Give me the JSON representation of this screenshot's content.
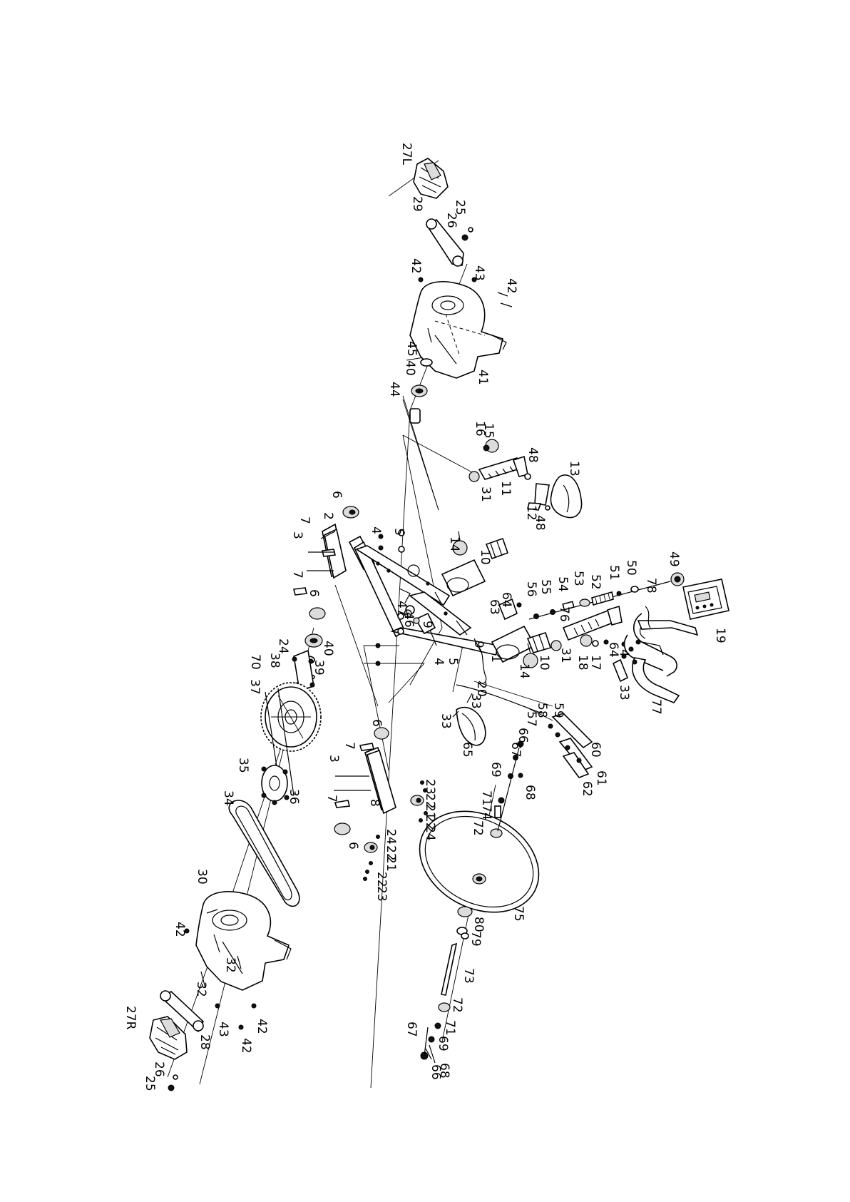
{
  "diagram": {
    "labels": [
      {
        "id": "27L",
        "text": "27L"
      },
      {
        "id": "29",
        "text": "29"
      },
      {
        "id": "25a",
        "text": "25"
      },
      {
        "id": "26a",
        "text": "26"
      },
      {
        "id": "42a",
        "text": "42"
      },
      {
        "id": "43a",
        "text": "43"
      },
      {
        "id": "42b",
        "text": "42"
      },
      {
        "id": "45",
        "text": "45"
      },
      {
        "id": "40a",
        "text": "40"
      },
      {
        "id": "44",
        "text": "44"
      },
      {
        "id": "41",
        "text": "41"
      },
      {
        "id": "15",
        "text": "15"
      },
      {
        "id": "16",
        "text": "16"
      },
      {
        "id": "48a",
        "text": "48"
      },
      {
        "id": "13",
        "text": "13"
      },
      {
        "id": "11",
        "text": "11"
      },
      {
        "id": "31a",
        "text": "31"
      },
      {
        "id": "12",
        "text": "12"
      },
      {
        "id": "48b",
        "text": "48"
      },
      {
        "id": "6a",
        "text": "6"
      },
      {
        "id": "2",
        "text": "2"
      },
      {
        "id": "7a",
        "text": "7"
      },
      {
        "id": "4a",
        "text": "4"
      },
      {
        "id": "5a",
        "text": "5"
      },
      {
        "id": "3a",
        "text": "3"
      },
      {
        "id": "7b",
        "text": "7"
      },
      {
        "id": "6b",
        "text": "6"
      },
      {
        "id": "14a",
        "text": "14"
      },
      {
        "id": "10a",
        "text": "10"
      },
      {
        "id": "49",
        "text": "49"
      },
      {
        "id": "50",
        "text": "50"
      },
      {
        "id": "51",
        "text": "51"
      },
      {
        "id": "52",
        "text": "52"
      },
      {
        "id": "53",
        "text": "53"
      },
      {
        "id": "54",
        "text": "54"
      },
      {
        "id": "55",
        "text": "55"
      },
      {
        "id": "56",
        "text": "56"
      },
      {
        "id": "78",
        "text": "78"
      },
      {
        "id": "76",
        "text": "76"
      },
      {
        "id": "19",
        "text": "19"
      },
      {
        "id": "64a",
        "text": "64"
      },
      {
        "id": "63",
        "text": "63"
      },
      {
        "id": "47",
        "text": "47"
      },
      {
        "id": "46",
        "text": "46"
      },
      {
        "id": "9a",
        "text": "9"
      },
      {
        "id": "9b",
        "text": "9"
      },
      {
        "id": "24a",
        "text": "24"
      },
      {
        "id": "38",
        "text": "38"
      },
      {
        "id": "40b",
        "text": "40"
      },
      {
        "id": "39",
        "text": "39"
      },
      {
        "id": "70",
        "text": "70"
      },
      {
        "id": "37",
        "text": "37"
      },
      {
        "id": "1",
        "text": "1"
      },
      {
        "id": "10b",
        "text": "10"
      },
      {
        "id": "31b",
        "text": "31"
      },
      {
        "id": "18",
        "text": "18"
      },
      {
        "id": "17",
        "text": "17"
      },
      {
        "id": "64b",
        "text": "64"
      },
      {
        "id": "4c",
        "text": "4"
      },
      {
        "id": "14b",
        "text": "14"
      },
      {
        "id": "20",
        "text": "20"
      },
      {
        "id": "4b",
        "text": "4"
      },
      {
        "id": "5b",
        "text": "5"
      },
      {
        "id": "33a",
        "text": "33"
      },
      {
        "id": "33b",
        "text": "33"
      },
      {
        "id": "65",
        "text": "65"
      },
      {
        "id": "33c",
        "text": "33"
      },
      {
        "id": "77",
        "text": "77"
      },
      {
        "id": "58",
        "text": "58"
      },
      {
        "id": "59",
        "text": "59"
      },
      {
        "id": "57",
        "text": "57"
      },
      {
        "id": "60",
        "text": "60"
      },
      {
        "id": "61",
        "text": "61"
      },
      {
        "id": "62",
        "text": "62"
      },
      {
        "id": "66a",
        "text": "66"
      },
      {
        "id": "67a",
        "text": "67"
      },
      {
        "id": "69a",
        "text": "69"
      },
      {
        "id": "68a",
        "text": "68"
      },
      {
        "id": "71a",
        "text": "71"
      },
      {
        "id": "74",
        "text": "74"
      },
      {
        "id": "72a",
        "text": "72"
      },
      {
        "id": "6c",
        "text": "6"
      },
      {
        "id": "7c",
        "text": "7"
      },
      {
        "id": "3b",
        "text": "3"
      },
      {
        "id": "35",
        "text": "35"
      },
      {
        "id": "36",
        "text": "36"
      },
      {
        "id": "8",
        "text": "8"
      },
      {
        "id": "7d",
        "text": "7"
      },
      {
        "id": "6d",
        "text": "6"
      },
      {
        "id": "23a",
        "text": "23"
      },
      {
        "id": "22a",
        "text": "22"
      },
      {
        "id": "21a",
        "text": "21"
      },
      {
        "id": "22b",
        "text": "22"
      },
      {
        "id": "24b",
        "text": "24"
      },
      {
        "id": "24c",
        "text": "24"
      },
      {
        "id": "22c",
        "text": "22"
      },
      {
        "id": "21b",
        "text": "21"
      },
      {
        "id": "22d",
        "text": "22"
      },
      {
        "id": "23b",
        "text": "23"
      },
      {
        "id": "34",
        "text": "34"
      },
      {
        "id": "30",
        "text": "30"
      },
      {
        "id": "75",
        "text": "75"
      },
      {
        "id": "80",
        "text": "80"
      },
      {
        "id": "79",
        "text": "79"
      },
      {
        "id": "73",
        "text": "73"
      },
      {
        "id": "72b",
        "text": "72"
      },
      {
        "id": "71b",
        "text": "71"
      },
      {
        "id": "69b",
        "text": "69"
      },
      {
        "id": "67b",
        "text": "67"
      },
      {
        "id": "68b",
        "text": "68"
      },
      {
        "id": "66b",
        "text": "66"
      },
      {
        "id": "42c",
        "text": "42"
      },
      {
        "id": "32a",
        "text": "32"
      },
      {
        "id": "32b",
        "text": "32"
      },
      {
        "id": "43b",
        "text": "43"
      },
      {
        "id": "42d",
        "text": "42"
      },
      {
        "id": "42e",
        "text": "42"
      },
      {
        "id": "27R",
        "text": "27R"
      },
      {
        "id": "28",
        "text": "28"
      },
      {
        "id": "26b",
        "text": "26"
      },
      {
        "id": "25b",
        "text": "25"
      }
    ]
  }
}
